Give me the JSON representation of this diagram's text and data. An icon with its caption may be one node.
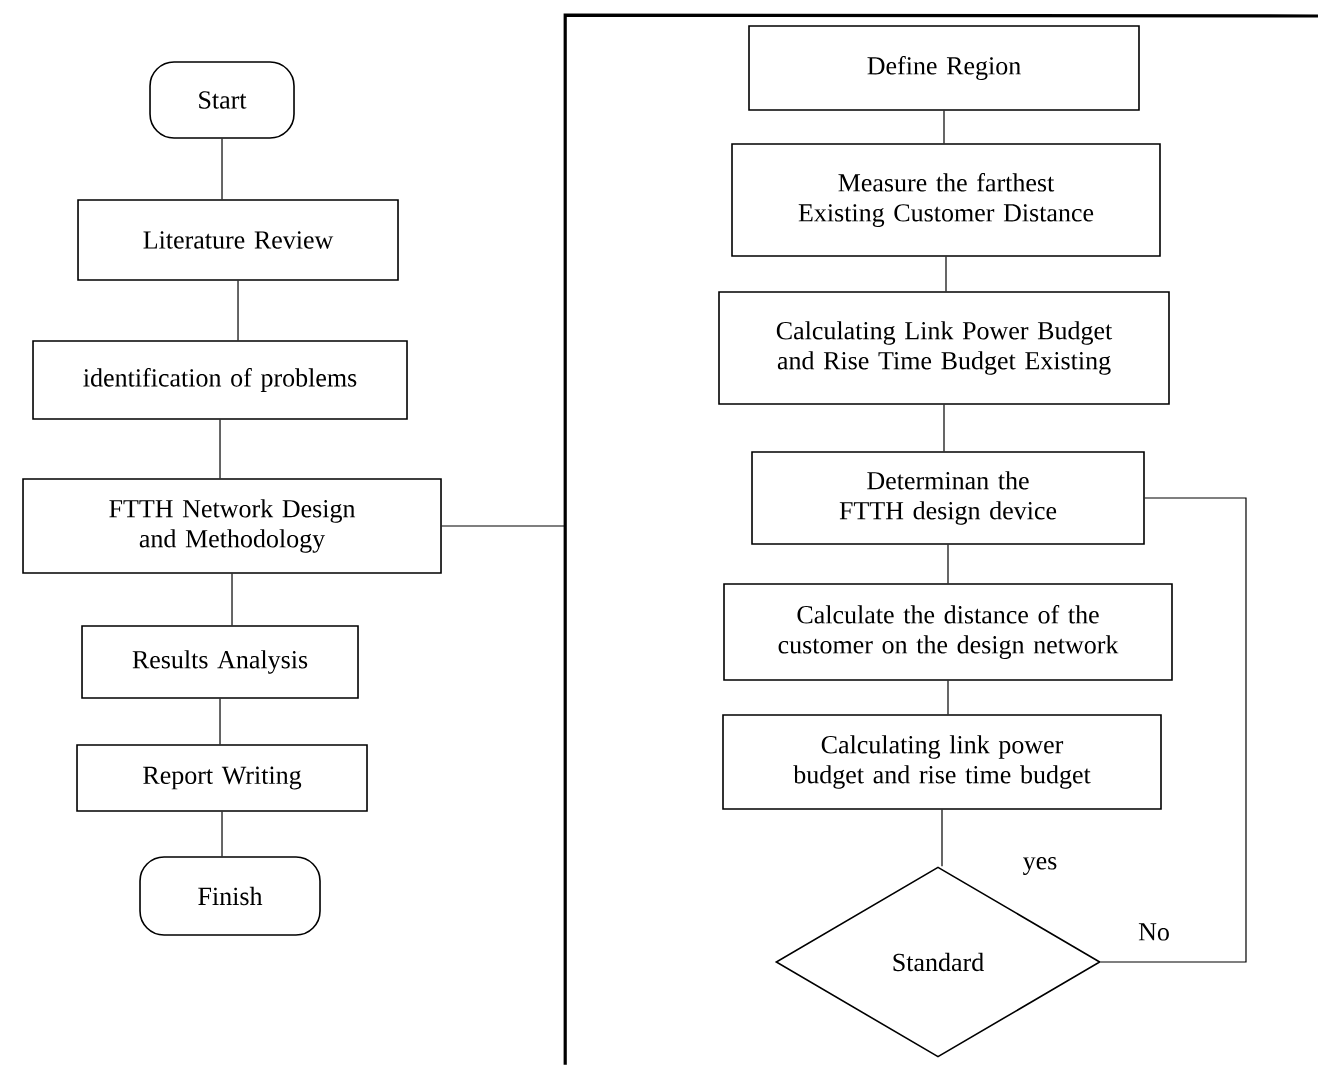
{
  "diagram": {
    "nodes": [
      {
        "text": [
          "Start"
        ]
      },
      {
        "text": [
          "Literature Review"
        ]
      },
      {
        "text": [
          "identification of problems"
        ]
      },
      {
        "text": [
          "FTTH Network Design and Methodology"
        ]
      },
      {
        "text": [
          "Results Analysis"
        ]
      },
      {
        "text": [
          "Report Writing"
        ]
      },
      {
        "text": [
          "Finish"
        ]
      },
      {
        "text": [],
        "shape": "box"
      },
      {
        "text": [
          "Define Region"
        ],
        "in": 7
      },
      {
        "text": [
          "Measure the farthest Existing Customer Distance"
        ],
        "in": 7
      },
      {
        "text": [
          "Calculating Link Power Budget and Rise Time Budget Existing"
        ],
        "in": 7
      },
      {
        "text": [
          "Determinan the FTTH design device"
        ],
        "in": 7
      },
      {
        "text": [
          "Calculate the distance of the customer on the design network"
        ],
        "in": 7
      },
      {
        "text": [
          "Calculating link power budget and rise time budget"
        ],
        "in": 7
      },
      {
        "text": [
          "Standard"
        ],
        "in": 7
      }
    ],
    "edges": [
      {
        "from": 0,
        "to": 1,
        "arrow": "none"
      },
      {
        "from": 1,
        "to": 2,
        "arrow": "none"
      },
      {
        "from": 2,
        "to": 3,
        "arrow": "none"
      },
      {
        "from": 3,
        "to": 4,
        "arrow": "none"
      },
      {
        "from": 4,
        "to": 5,
        "arrow": "none"
      },
      {
        "from": 5,
        "to": 6,
        "arrow": "none"
      },
      {
        "from": 3,
        "to": 7,
        "arrow": "none"
      },
      {
        "from": 8,
        "to": 9,
        "arrow": "none"
      },
      {
        "from": 9,
        "to": 10,
        "arrow": "none"
      },
      {
        "from": 10,
        "to": 11,
        "arrow": "none"
      },
      {
        "from": 11,
        "to": 12,
        "arrow": "none"
      },
      {
        "from": 12,
        "to": 13,
        "arrow": "none"
      },
      {
        "from": 13,
        "to": 14,
        "arrow": "none",
        "label": "yes"
      },
      {
        "from": 14,
        "to": 11,
        "arrow": "none",
        "label": "No"
      }
    ]
  }
}
